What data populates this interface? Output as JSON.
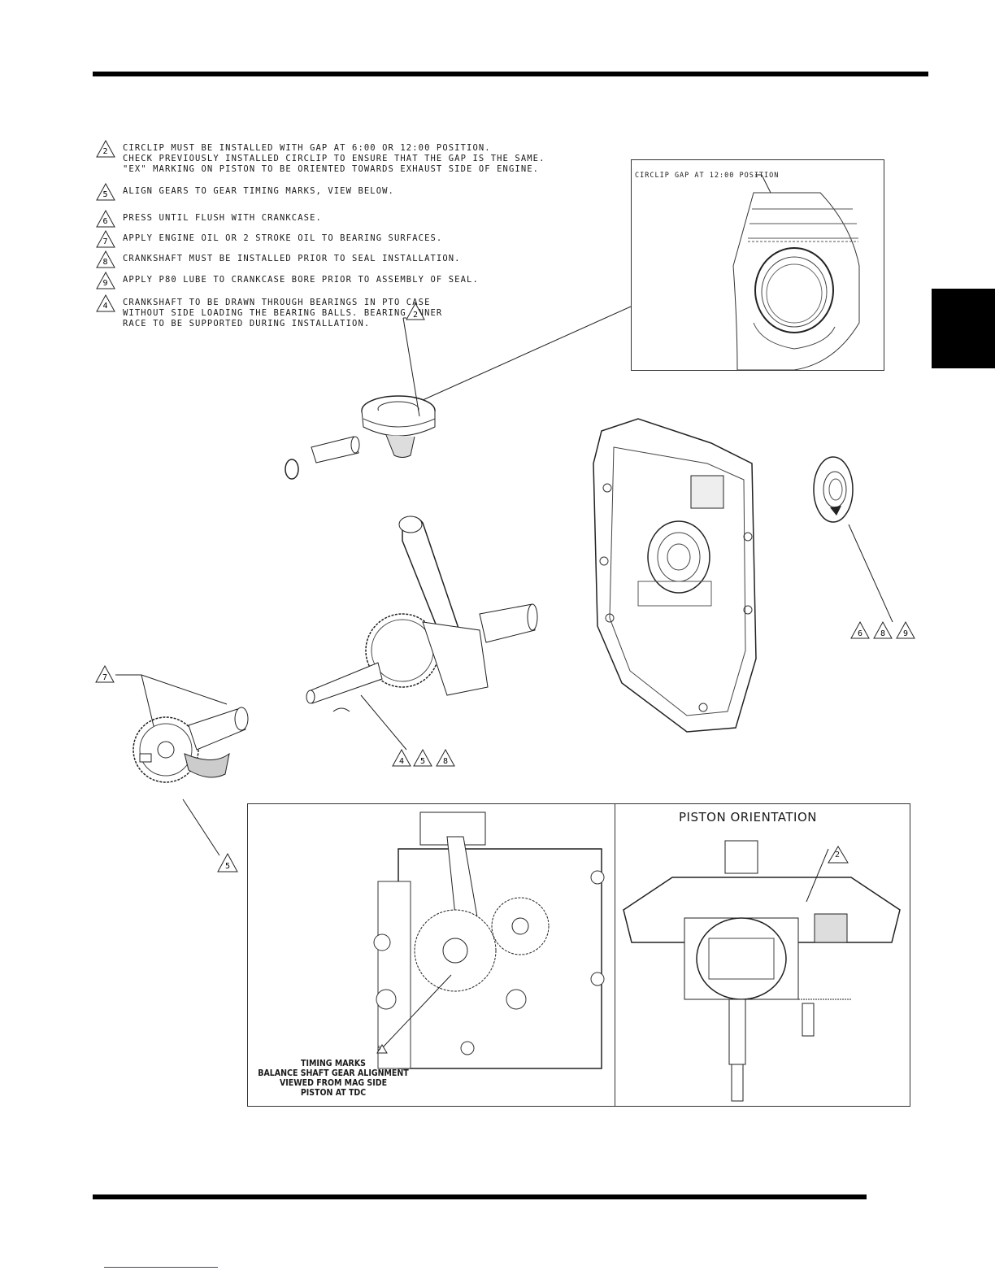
{
  "notes": [
    {
      "num": "2",
      "lines": [
        "CIRCLIP MUST BE INSTALLED WITH GAP AT 6:00 OR 12:00 POSITION.",
        "CHECK PREVIOUSLY INSTALLED CIRCLIP TO ENSURE THAT THE GAP IS THE SAME.",
        "\"EX\" MARKING ON PISTON TO BE ORIENTED TOWARDS EXHAUST SIDE OF ENGINE."
      ]
    },
    {
      "num": "5",
      "lines": [
        "ALIGN GEARS TO GEAR TIMING MARKS, VIEW BELOW."
      ]
    },
    {
      "num": "6",
      "lines": [
        "PRESS UNTIL FLUSH WITH CRANKCASE."
      ]
    },
    {
      "num": "7",
      "lines": [
        "APPLY ENGINE OIL OR 2 STROKE OIL TO BEARING SURFACES."
      ]
    },
    {
      "num": "8",
      "lines": [
        "CRANKSHAFT MUST BE INSTALLED PRIOR TO SEAL INSTALLATION."
      ]
    },
    {
      "num": "9",
      "lines": [
        "APPLY P80 LUBE TO CRANKCASE BORE PRIOR TO ASSEMBLY OF SEAL."
      ]
    },
    {
      "num": "4",
      "lines": [
        "CRANKSHAFT TO BE DRAWN THROUGH BEARINGS IN PTO CASE",
        "WITHOUT SIDE LOADING THE BEARING BALLS. BEARING INNER",
        "RACE TO BE SUPPORTED DURING INSTALLATION."
      ]
    }
  ],
  "inset": {
    "label": "CIRCLIP GAP AT 12:00 POSITION"
  },
  "callouts": {
    "piston": "2",
    "seal": [
      "6",
      "8",
      "9"
    ],
    "crankshaft": [
      "4",
      "5",
      "8"
    ],
    "balance_oil": "7",
    "balance_gear": "5",
    "orientation": "2",
    "timing": "5"
  },
  "timing_caption": [
    "TIMING MARKS",
    "BALANCE SHAFT GEAR ALIGNMENT",
    "VIEWED FROM MAG SIDE",
    "PISTON AT TDC"
  ],
  "orientation_title": "PISTON ORIENTATION"
}
